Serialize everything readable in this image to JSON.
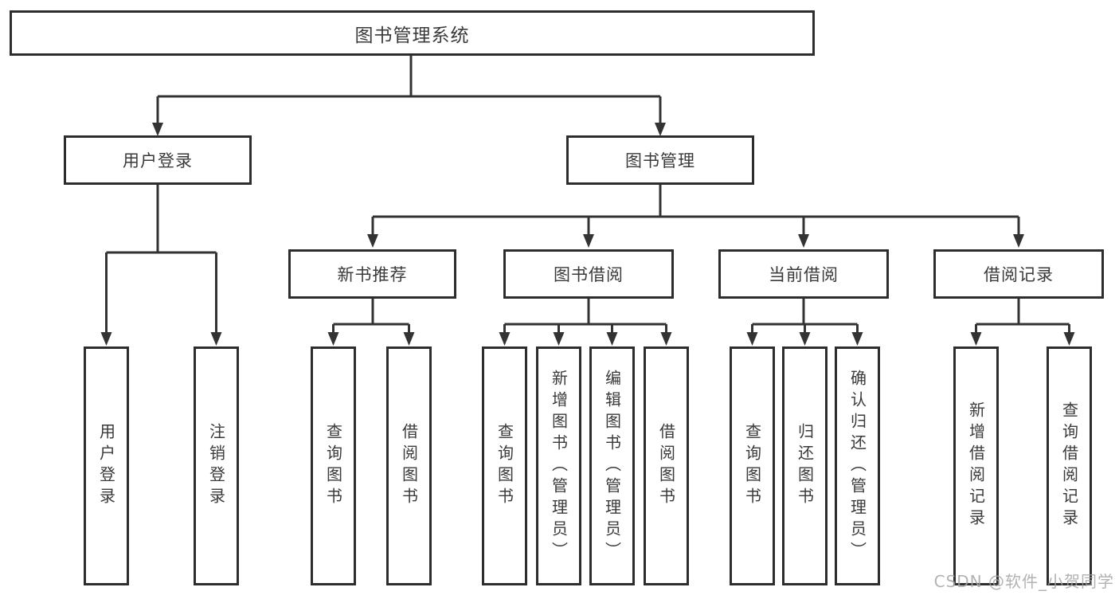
{
  "diagram": {
    "root": {
      "label": "图书管理系统"
    },
    "branches": {
      "user_login": {
        "label": "用户登录",
        "children": [
          "用户登录",
          "注销登录"
        ]
      },
      "book_mgmt": {
        "label": "图书管理"
      }
    },
    "modules": [
      {
        "label": "新书推荐",
        "children": [
          "查询图书",
          "借阅图书"
        ]
      },
      {
        "label": "图书借阅",
        "children": [
          "查询图书",
          "新增图书（管理员）",
          "编辑图书（管理员）",
          "借阅图书"
        ]
      },
      {
        "label": "当前借阅",
        "children": [
          "查询图书",
          "归还图书",
          "确认归还（管理员）"
        ]
      },
      {
        "label": "借阅记录",
        "children": [
          "新增借阅记录",
          "查询借阅记录"
        ]
      }
    ]
  },
  "watermark": {
    "text": "CSDN @软件_小贺同学"
  },
  "colors": {
    "line": "#333333",
    "box_border": "#2d2d2d",
    "text": "#3a3a3a",
    "watermark": "#a5a5a5",
    "background": "#ffffff"
  }
}
